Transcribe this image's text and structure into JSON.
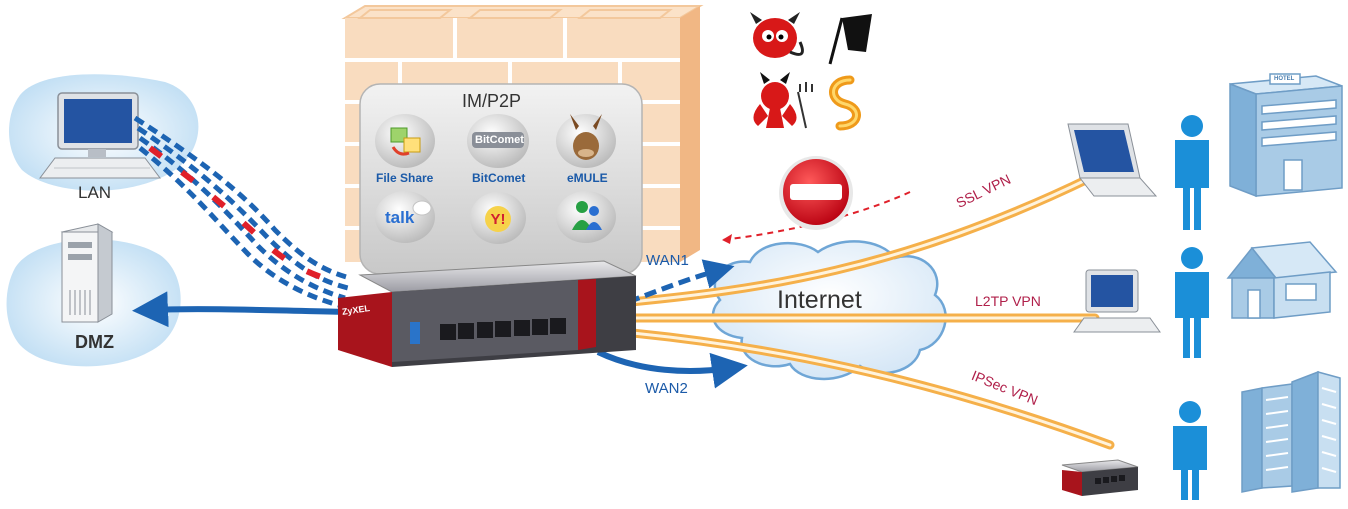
{
  "labels": {
    "lan": "LAN",
    "dmz": "DMZ",
    "im_p2p": "IM/P2P",
    "file_share": "File Share",
    "bitcomet": "BitComet",
    "emule": "eMULE",
    "wan1": "WAN1",
    "wan2": "WAN2",
    "internet": "Internet",
    "ssl_vpn": "SSL VPN",
    "l2tp_vpn": "L2TP VPN",
    "ipsec_vpn": "IPSec VPN",
    "zyxel_brand": "ZyXEL",
    "bitcomet_logo": "BitComet",
    "talk_logo": "talk",
    "hotel_sign": "HOTEL"
  },
  "colors": {
    "lan_blob": "#cfe6f7",
    "lan_dash": "#1d64b3",
    "blocked_dash": "#e0202a",
    "wan_arrow": "#1d64b3",
    "vpn_tunnel": "#f0a030",
    "firewall": "#f7cfa6",
    "panel": "#dcdcdc",
    "device_red": "#a8141c",
    "no_entry": "#d8121c",
    "person": "#1b8fd8",
    "building": "#a9cbe6"
  },
  "icons": [
    "computer-icon",
    "server-icon",
    "file-share-icon",
    "bitcomet-icon",
    "emule-icon",
    "google-talk-icon",
    "yahoo-messenger-icon",
    "msn-messenger-icon",
    "devil-icon",
    "spyware-flag-icon",
    "demon-icon",
    "worm-icon",
    "no-entry-icon",
    "laptop-icon",
    "desktop-icon",
    "person-icon",
    "hotel-icon",
    "house-icon",
    "office-building-icon",
    "firewall-device-icon"
  ]
}
